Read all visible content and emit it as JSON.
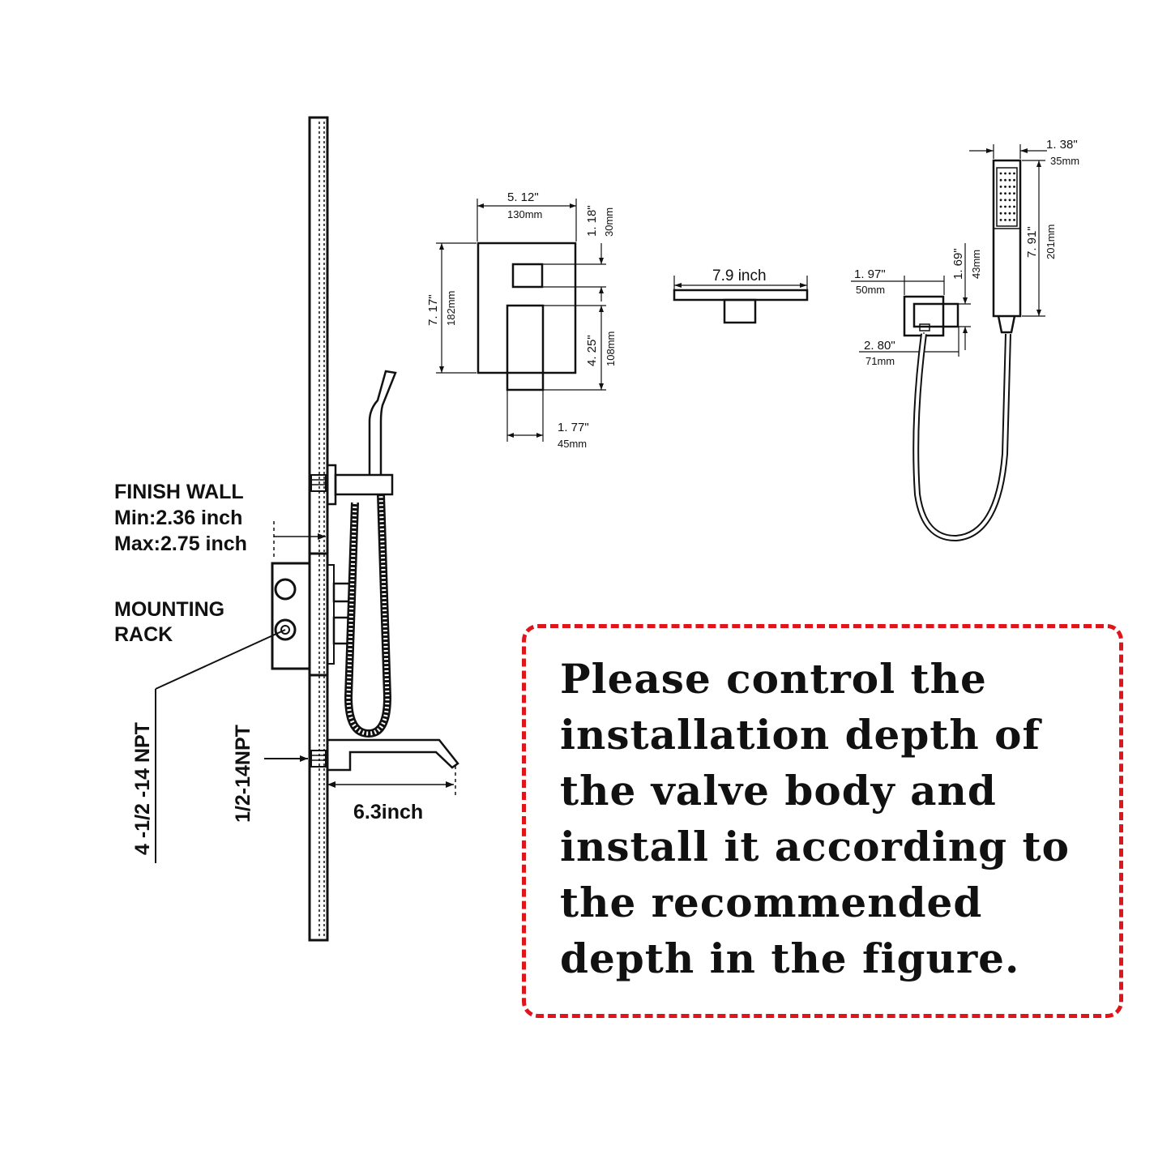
{
  "labels": {
    "finish_wall": "FINISH WALL",
    "min_depth": "Min:2.36 inch",
    "max_depth": "Max:2.75 inch",
    "mounting_rack_1": "MOUNTING",
    "mounting_rack_2": "RACK",
    "thread_4x": "4 -1/2 -14 NPT",
    "thread_1x": "1/2-14NPT",
    "spout_reach": "6.3inch"
  },
  "valve_trim": {
    "width_in": "5. 12\"",
    "width_mm": "130mm",
    "height_in": "7. 17\"",
    "height_mm": "182mm",
    "top_in": "1. 18\"",
    "top_mm": "30mm",
    "lower_in": "4. 25\"",
    "lower_mm": "108mm",
    "depth_in": "1. 77\"",
    "depth_mm": "45mm"
  },
  "spout": {
    "length": "7.9 inch"
  },
  "handshower": {
    "width_in": "1. 38\"",
    "width_mm": "35mm",
    "length_in": "7. 91\"",
    "length_mm": "201mm",
    "elbow_height_in": "1. 69\"",
    "elbow_height_mm": "43mm",
    "elbow_width_in": "1. 97\"",
    "elbow_width_mm": "50mm",
    "elbow_depth_in": "2. 80\"",
    "elbow_depth_mm": "71mm"
  },
  "note": {
    "text": "Please control the installation depth of the valve body and install it according to the recommended depth in the figure."
  },
  "colors": {
    "note_border": "#e0141b",
    "line": "#111111"
  }
}
